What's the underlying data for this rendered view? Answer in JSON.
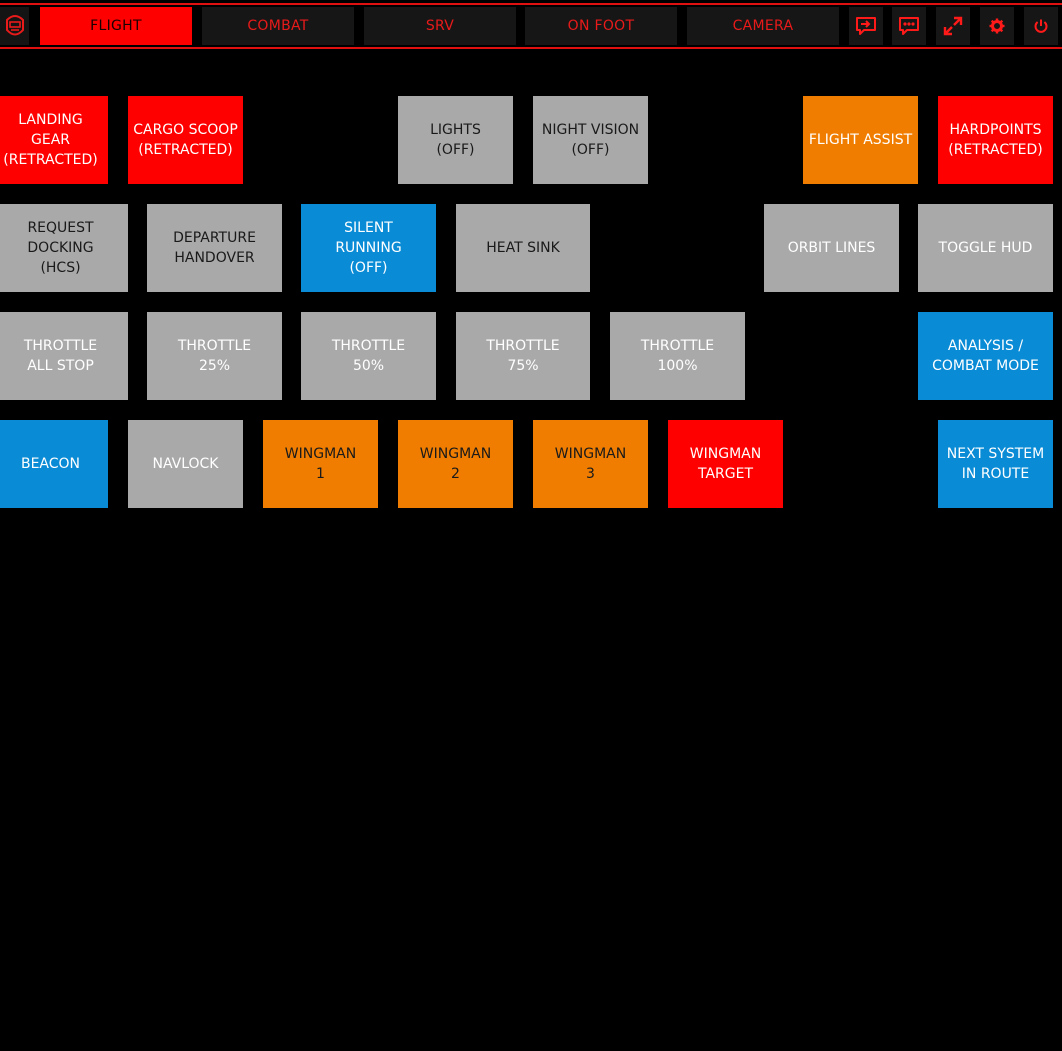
{
  "colors": {
    "accent_red": "#ff0000",
    "orange": "#f07d00",
    "grey": "#a9a9a9",
    "blue": "#0a8bd6",
    "background": "#000000"
  },
  "topbar": {
    "logo_icon": "helmet-logo-icon",
    "tabs": [
      {
        "label": "FLIGHT",
        "active": true
      },
      {
        "label": "COMBAT",
        "active": false
      },
      {
        "label": "SRV",
        "active": false
      },
      {
        "label": "ON FOOT",
        "active": false
      },
      {
        "label": "CAMERA",
        "active": false
      }
    ],
    "icons": [
      "message-send-icon",
      "chat-dots-icon",
      "expand-icon",
      "gear-icon",
      "power-icon"
    ]
  },
  "buttons": {
    "landing_gear": "LANDING GEAR\n(RETRACTED)",
    "cargo_scoop": "CARGO SCOOP\n(RETRACTED)",
    "lights": "LIGHTS\n(OFF)",
    "night_vision": "NIGHT VISION\n(OFF)",
    "flight_assist": "FLIGHT ASSIST",
    "hardpoints": "HARDPOINTS\n(RETRACTED)",
    "request_docking": "REQUEST\nDOCKING\n(HCS)",
    "departure_handover": "DEPARTURE\nHANDOVER",
    "silent_running": "SILENT\nRUNNING\n(OFF)",
    "heat_sink": "HEAT SINK",
    "orbit_lines": "ORBIT LINES",
    "toggle_hud": "TOGGLE HUD",
    "throttle_all_stop": "THROTTLE\nALL STOP",
    "throttle_25": "THROTTLE\n25%",
    "throttle_50": "THROTTLE\n50%",
    "throttle_75": "THROTTLE\n75%",
    "throttle_100": "THROTTLE\n100%",
    "analysis_combat": "ANALYSIS /\nCOMBAT MODE",
    "beacon": "BEACON",
    "navlock": "NAVLOCK",
    "wingman_1": "WINGMAN\n1",
    "wingman_2": "WINGMAN\n2",
    "wingman_3": "WINGMAN\n3",
    "wingman_target": "WINGMAN\nTARGET",
    "next_system": "NEXT SYSTEM\nIN ROUTE"
  }
}
